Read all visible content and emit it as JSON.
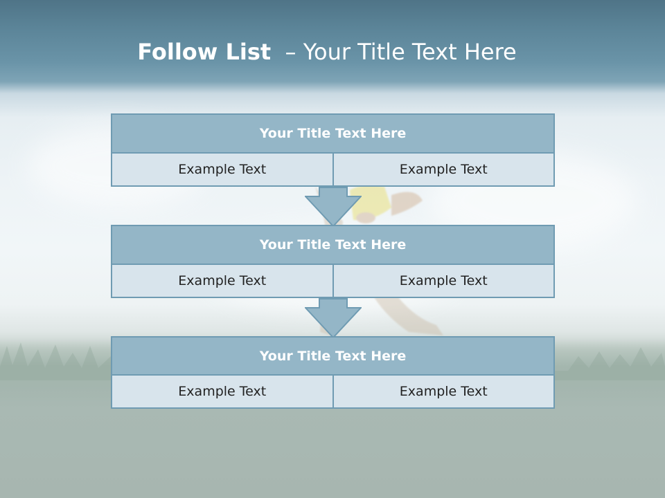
{
  "slide": {
    "title_bold": "Follow List",
    "title_rest": "– Your Title Text Here"
  },
  "blocks": [
    {
      "header": "Your Title Text Here",
      "left": "Example Text",
      "right": "Example Text"
    },
    {
      "header": "Your Title Text Here",
      "left": "Example Text",
      "right": "Example Text"
    },
    {
      "header": "Your Title Text Here",
      "left": "Example Text",
      "right": "Example Text"
    }
  ],
  "colors": {
    "header_fill": "#94b6c7",
    "cell_fill": "#d8e4ec",
    "border": "#6f9bb2",
    "arrow_fill": "#94b6c7"
  },
  "icons": {
    "connector": "down-arrow-icon",
    "background": "runner-on-grass-photo"
  }
}
